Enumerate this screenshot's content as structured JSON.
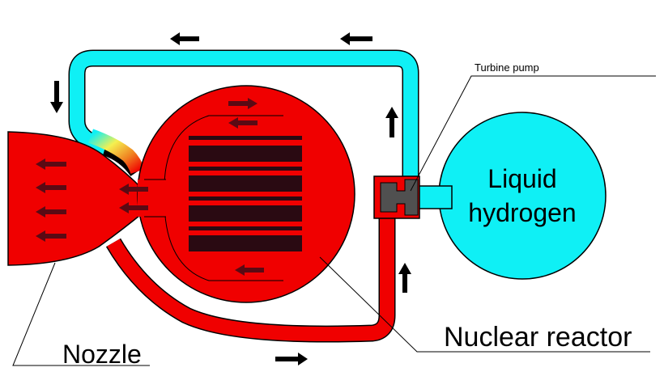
{
  "labels": {
    "turbine_pump": "Turbine pump",
    "liquid_hydrogen_line1": "Liquid",
    "liquid_hydrogen_line2": "hydrogen",
    "nuclear_reactor": "Nuclear reactor",
    "nozzle": "Nozzle"
  },
  "colors": {
    "cold_hydrogen": "#0ff0f5",
    "hot_propellant": "#f00000",
    "fuel_elements": "#2a0a12",
    "pump_body": "#505050",
    "arrow": "#000000",
    "inner_arrow": "#5a0a14",
    "outline": "#000000"
  },
  "icons": {
    "flow_arrow": "arrow-icon",
    "fuel_rod": "fuel-rod-shape"
  }
}
